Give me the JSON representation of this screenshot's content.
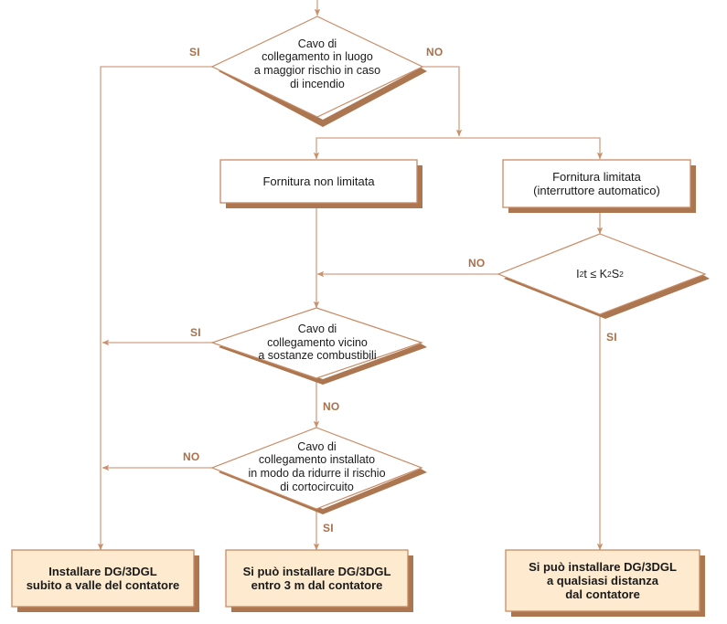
{
  "diagram": {
    "title": "Diagramma di flusso DG/3DGL",
    "language": "it",
    "colors": {
      "line": "#d2a183",
      "shadow": "#ab7650",
      "shape_border": "#c98a63",
      "shape_fill": "#ffffff",
      "terminal_fill": "#fdeacf",
      "terminal_border": "#c98a63",
      "label_text": "#a9704b",
      "body_text": "#1a1a1a",
      "background": "#ffffff"
    }
  },
  "nodes": {
    "decision_1": {
      "type": "decision",
      "text": "Cavo di\ncollegamento in luogo\na maggior rischio in caso\ndi incendio"
    },
    "process_left": {
      "type": "process",
      "text": "Fornitura non limitata"
    },
    "process_right": {
      "type": "process",
      "text": "Fornitura limitata\n(interruttore automatico)"
    },
    "decision_energy": {
      "type": "decision",
      "text_html": "I<sup>2</sup>t ≤ K<sup>2</sup>S<sup>2</sup>",
      "text": "I2t ≤ K2S2"
    },
    "decision_2": {
      "type": "decision",
      "text": "Cavo di\ncollegamento vicino\na sostanze combustibili"
    },
    "decision_3": {
      "type": "decision",
      "text": "Cavo di\ncollegamento installato\nin modo da ridurre il rischio\ndi cortocircuito"
    },
    "terminal_left": {
      "type": "terminal",
      "text": "Installare DG/3DGL\nsubito a valle del contatore"
    },
    "terminal_center": {
      "type": "terminal",
      "text": "Si può installare DG/3DGL\nentro 3 m dal contatore"
    },
    "terminal_right": {
      "type": "terminal",
      "text": "Si può installare DG/3DGL\na qualsiasi distanza\ndal contatore"
    }
  },
  "edge_labels": {
    "d1_si": "SI",
    "d1_no": "NO",
    "energy_no": "NO",
    "energy_si": "SI",
    "d2_si": "SI",
    "d2_no": "NO",
    "d3_no": "NO",
    "d3_si": "SI"
  }
}
